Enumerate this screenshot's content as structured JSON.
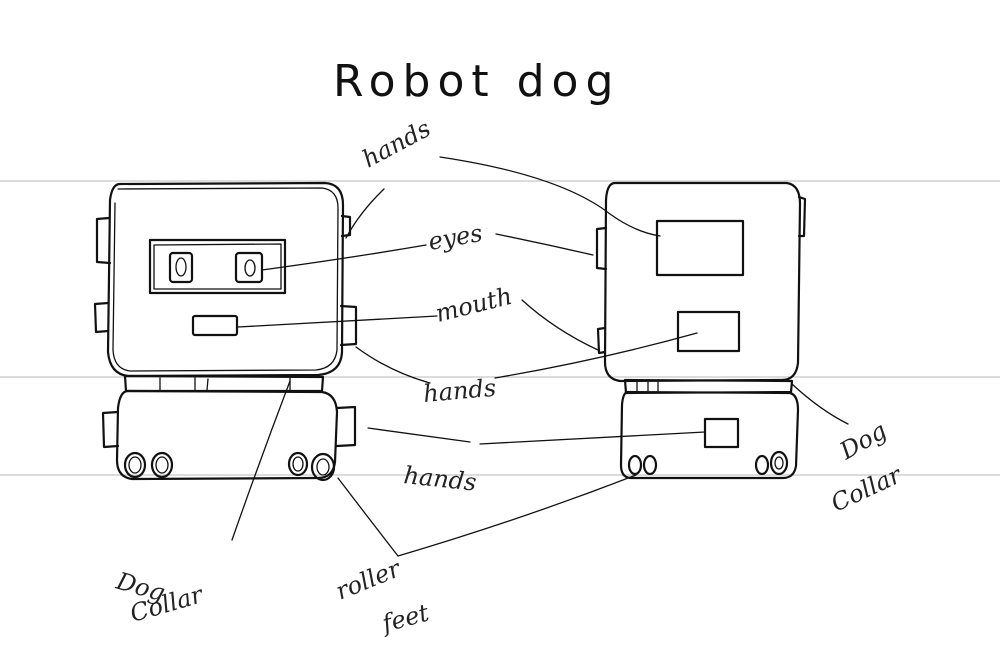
{
  "title": "Robot dog",
  "labels": {
    "hands_top": "hands",
    "eyes": "eyes",
    "mouth": "mouth",
    "hands_mid": "hands",
    "hands_low": "hands",
    "dog_collar_left_1": "Dog",
    "dog_collar_left_2": "Collar",
    "roller_feet_1": "roller",
    "roller_feet_2": "feet",
    "dog_collar_right_1": "Dog",
    "dog_collar_right_2": "Collar"
  }
}
